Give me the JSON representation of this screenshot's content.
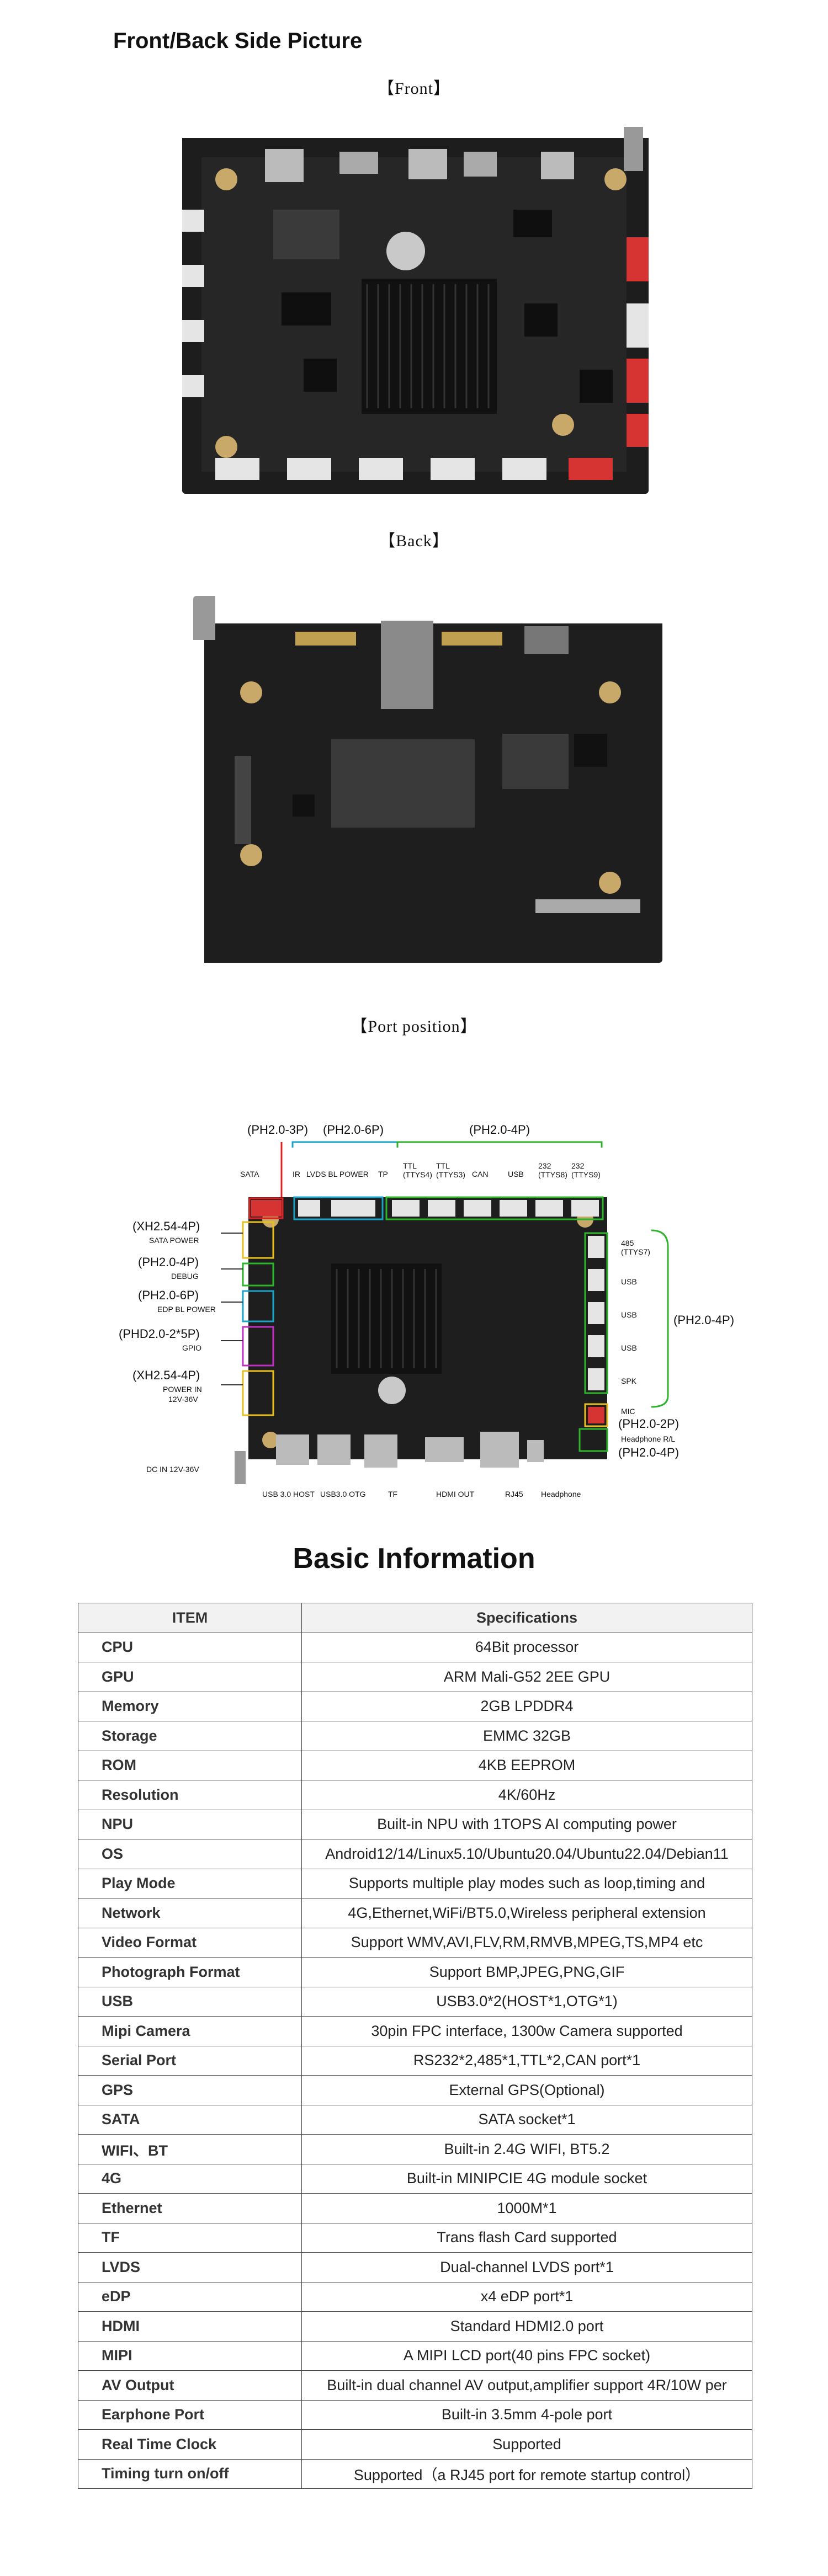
{
  "page": {
    "section_title": "Front/Back Side Picture",
    "front_caption": "【Front】",
    "back_caption": "【Back】",
    "port_caption": "【Port position】"
  },
  "ports": {
    "top_group_1": "(PH2.0-3P)",
    "top_group_2": "(PH2.0-6P)",
    "top_group_3": "(PH2.0-4P)",
    "sata": "SATA",
    "ir": "IR",
    "lvds_bl_power": "LVDS BL POWER",
    "tp": "TP",
    "ttl_ttys4": "TTL (TTYS4)",
    "ttl_ttys3": "TTL (TTYS3)",
    "can": "CAN",
    "usb_top": "USB",
    "rs232_ttys8": "232 (TTYS8)",
    "rs232_ttys9": "232 (TTYS9)",
    "left_1_type": "(XH2.54-4P)",
    "left_1_name": "SATA POWER",
    "left_2_type": "(PH2.0-4P)",
    "left_2_name": "DEBUG",
    "left_3_type": "(PH2.0-6P)",
    "left_3_name": "EDP BL POWER",
    "left_4_type": "(PHD2.0-2*5P)",
    "left_4_name": "GPIO",
    "left_5_type": "(XH2.54-4P)",
    "left_5_name": "POWER IN",
    "left_5_sub": "12V-36V",
    "dc_in": "DC IN 12V-36V",
    "right_485": "485 (TTYS7)",
    "right_usb1": "USB",
    "right_usb2": "USB",
    "right_usb3": "USB",
    "right_spk": "SPK",
    "right_group": "(PH2.0-4P)",
    "right_mic": "MIC",
    "right_mic_type": "(PH2.0-2P)",
    "right_headphone": "Headphone R/L",
    "right_headphone_type": "(PH2.0-4P)",
    "bottom_usb_host": "USB 3.0 HOST",
    "bottom_usb_otg": "USB3.0 OTG",
    "bottom_tf": "TF",
    "bottom_hdmi": "HDMI OUT",
    "bottom_rj45": "RJ45",
    "bottom_headphone": "Headphone"
  },
  "basic": {
    "title": "Basic Information",
    "col_item": "ITEM",
    "col_spec": "Specifications",
    "rows": [
      {
        "item": "CPU",
        "spec": "64Bit processor"
      },
      {
        "item": "GPU",
        "spec": "ARM Mali-G52 2EE GPU"
      },
      {
        "item": "Memory",
        "spec": "2GB  LPDDR4"
      },
      {
        "item": "Storage",
        "spec": "EMMC 32GB"
      },
      {
        "item": "ROM",
        "spec": "4KB EEPROM"
      },
      {
        "item": "Resolution",
        "spec": "4K/60Hz"
      },
      {
        "item": "NPU",
        "spec": "Built-in NPU with 1TOPS AI computing power"
      },
      {
        "item": "OS",
        "spec": "Android12/14/Linux5.10/Ubuntu20.04/Ubuntu22.04/Debian11"
      },
      {
        "item": "Play Mode",
        "spec": "Supports multiple play modes such as loop,timing and"
      },
      {
        "item": "Network",
        "spec": "4G,Ethernet,WiFi/BT5.0,Wireless peripheral extension"
      },
      {
        "item": "Video Format",
        "spec": "Support WMV,AVI,FLV,RM,RMVB,MPEG,TS,MP4 etc"
      },
      {
        "item": "Photograph Format",
        "spec": "Support BMP,JPEG,PNG,GIF"
      },
      {
        "item": "USB",
        "spec": "USB3.0*2(HOST*1,OTG*1)"
      },
      {
        "item": "Mipi Camera",
        "spec": "30pin FPC interface, 1300w Camera supported"
      },
      {
        "item": "Serial Port",
        "spec": "RS232*2,485*1,TTL*2,CAN port*1"
      },
      {
        "item": "GPS",
        "spec": "External GPS(Optional)"
      },
      {
        "item": "SATA",
        "spec": "SATA socket*1"
      },
      {
        "item": "WIFI、BT",
        "spec": "Built-in 2.4G WIFI, BT5.2"
      },
      {
        "item": "4G",
        "spec": "Built-in MINIPCIE 4G module socket"
      },
      {
        "item": "Ethernet",
        "spec": "1000M*1"
      },
      {
        "item": "TF",
        "spec": "Trans flash Card supported"
      },
      {
        "item": "LVDS",
        "spec": "Dual-channel LVDS port*1"
      },
      {
        "item": "eDP",
        "spec": "x4 eDP port*1"
      },
      {
        "item": "HDMI",
        "spec": "Standard HDMI2.0 port"
      },
      {
        "item": "MIPI",
        "spec": "A MIPI LCD port(40 pins FPC socket)"
      },
      {
        "item": "AV Output",
        "spec": "Built-in dual channel AV output,amplifier support 4R/10W per"
      },
      {
        "item": "Earphone Port",
        "spec": "Built-in 3.5mm 4-pole port"
      },
      {
        "item": "Real Time Clock",
        "spec": "Supported"
      },
      {
        "item": "Timing turn on/off",
        "spec": "Supported（a RJ45 port for remote startup control）"
      }
    ]
  }
}
